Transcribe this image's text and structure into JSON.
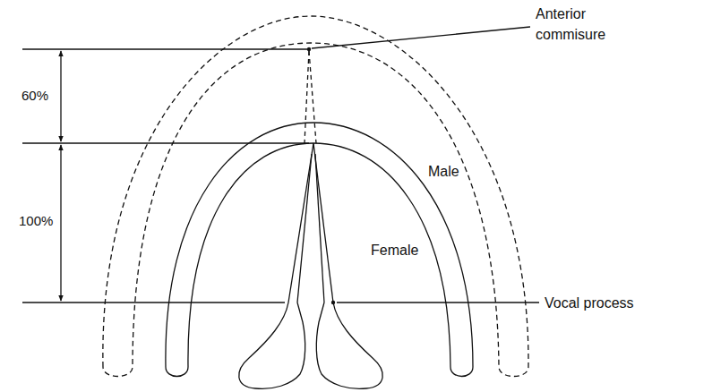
{
  "diagram": {
    "labels": [
      "Anterior commisure",
      "60%",
      "100%",
      "Male",
      "Female",
      "Vocal process"
    ]
  }
}
